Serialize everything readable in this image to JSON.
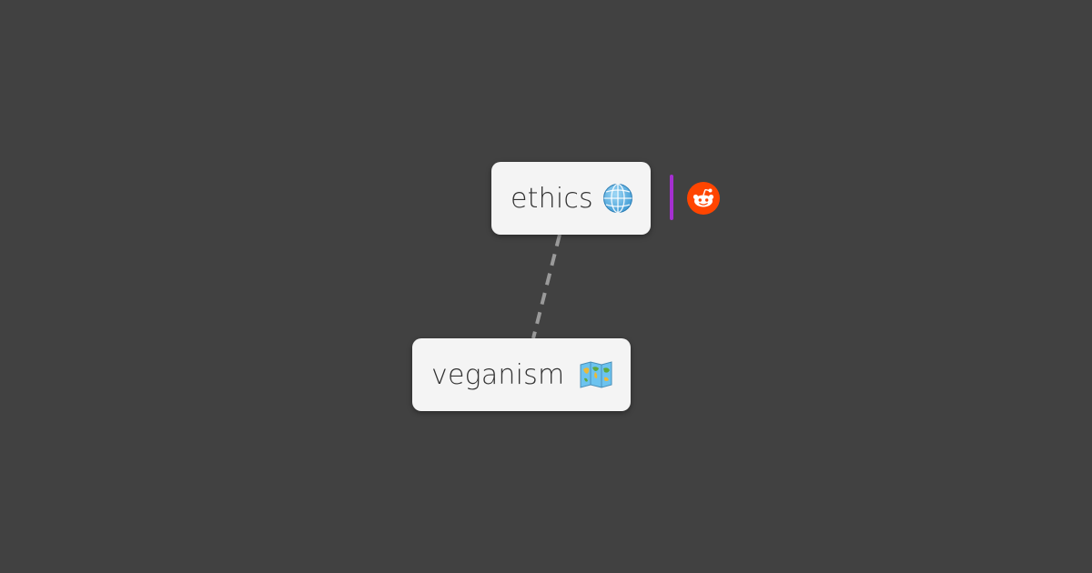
{
  "nodes": {
    "ethics": {
      "label": "ethics",
      "icon": "globe-icon"
    },
    "veganism": {
      "label": "veganism",
      "icon": "world-map-icon"
    }
  },
  "edges": [
    {
      "from": "ethics",
      "to": "veganism",
      "style": "dashed"
    }
  ],
  "badges": {
    "reddit": {
      "icon": "reddit-icon",
      "color": "#ff4500"
    },
    "accent_bar": {
      "color": "#a52fd1"
    }
  },
  "colors": {
    "background": "#414141",
    "node": "#f4f4f4",
    "text": "#333333",
    "edge": "#9a9a9a"
  }
}
